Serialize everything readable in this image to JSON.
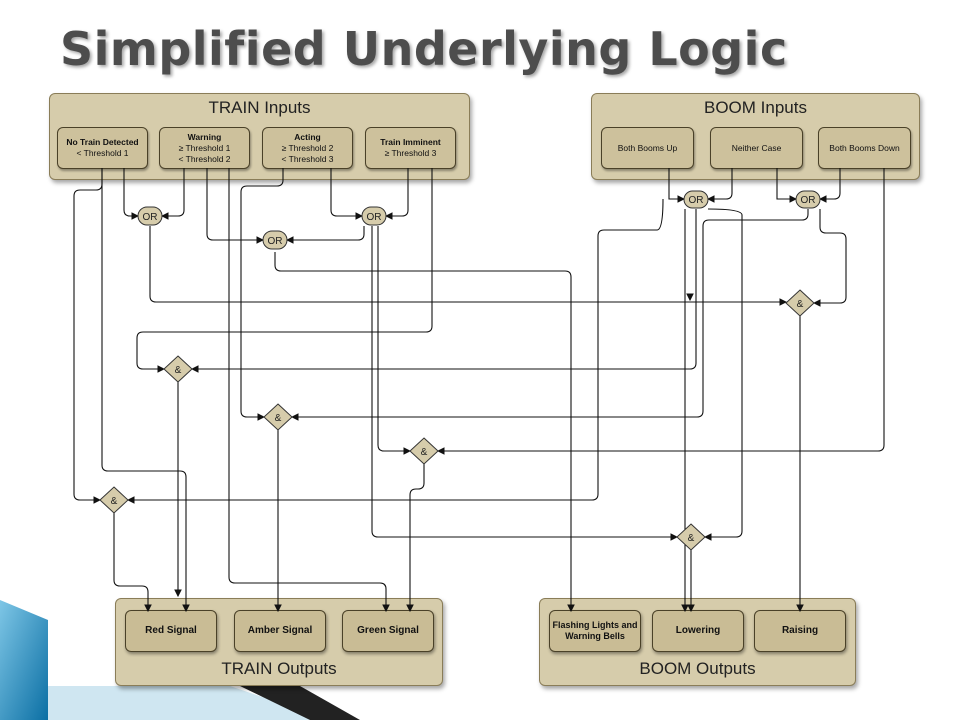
{
  "title": "Simplified Underlying Logic",
  "train_inputs": {
    "title": "TRAIN Inputs",
    "items": [
      {
        "head": "No Train Detected",
        "line1": "",
        "line2": "< Threshold 1"
      },
      {
        "head": "Warning",
        "line1": "≥ Threshold 1",
        "line2": "< Threshold 2"
      },
      {
        "head": "Acting",
        "line1": "≥ Threshold 2",
        "line2": "< Threshold 3"
      },
      {
        "head": "Train Imminent",
        "line1": "≥ Threshold 3",
        "line2": ""
      }
    ]
  },
  "boom_inputs": {
    "title": "BOOM Inputs",
    "items": [
      "Both Booms Up",
      "Neither Case",
      "Both Booms Down"
    ]
  },
  "train_outputs": {
    "title": "TRAIN Outputs",
    "items": [
      "Red Signal",
      "Amber Signal",
      "Green Signal"
    ]
  },
  "boom_outputs": {
    "title": "BOOM Outputs",
    "items": [
      "Flashing Lights and Warning Bells",
      "Lowering",
      "Raising"
    ]
  },
  "gates": {
    "or": "OR",
    "and": "&"
  },
  "colors": {
    "panel": "#d6ccab",
    "box": "#cdc19c",
    "accent": "#1a7fb0"
  }
}
